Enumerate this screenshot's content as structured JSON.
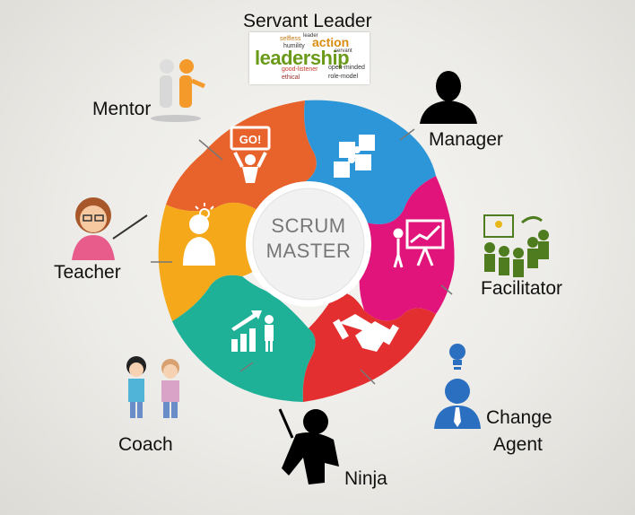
{
  "center": {
    "line1": "SCRUM",
    "line2": "MASTER"
  },
  "roles": {
    "servant_leader": "Servant Leader",
    "mentor": "Mentor",
    "manager": "Manager",
    "teacher": "Teacher",
    "facilitator": "Facilitator",
    "coach": "Coach",
    "change_agent_line1": "Change",
    "change_agent_line2": "Agent",
    "ninja": "Ninja"
  },
  "wordcloud": {
    "leadership": "leadership",
    "action": "action",
    "selfless": "selfless",
    "humility": "humility",
    "leader": "leader",
    "servant": "servant",
    "good_listener": "good-listener",
    "open_minded": "open-minded",
    "ethical": "ethical",
    "role_model": "role-model"
  },
  "go_sign": "GO!",
  "colors": {
    "orange": "#e8632b",
    "blue": "#2c96d8",
    "magenta": "#e0147a",
    "red": "#e32f2f",
    "teal": "#1fb098",
    "yellow": "#f4a81a"
  },
  "icons": [
    "go-sign-icon",
    "puzzle-icon",
    "presentation-icon",
    "handshake-icon",
    "growth-chart-icon",
    "idea-person-icon"
  ]
}
